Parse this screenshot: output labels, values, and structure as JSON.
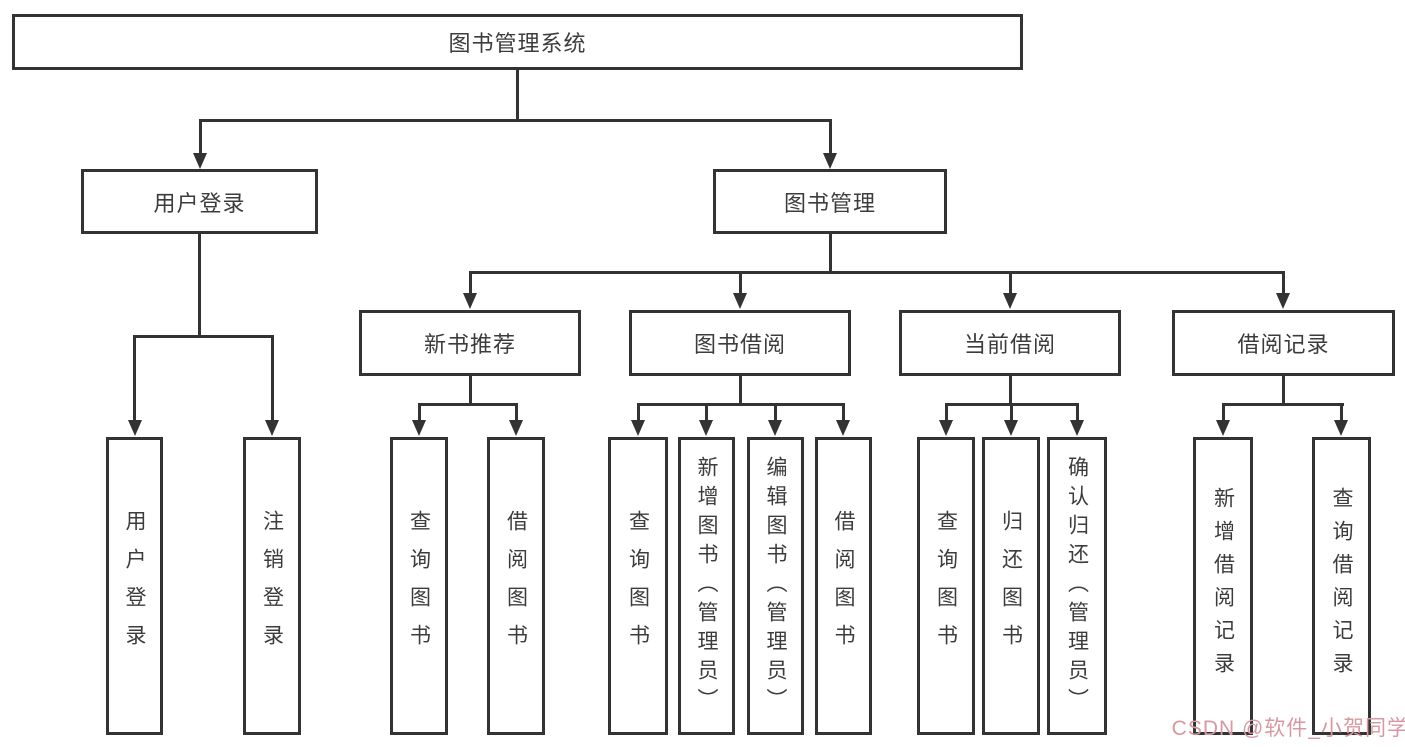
{
  "diagram": {
    "root": {
      "label": "图书管理系统"
    },
    "level2": [
      {
        "label": "用户登录"
      },
      {
        "label": "图书管理"
      }
    ],
    "level3": [
      {
        "label": "新书推荐"
      },
      {
        "label": "图书借阅"
      },
      {
        "label": "当前借阅"
      },
      {
        "label": "借阅记录"
      }
    ],
    "leaves": {
      "login": [
        "用户登录",
        "注销登录"
      ],
      "new_book": [
        "查询图书",
        "借阅图书"
      ],
      "book_borrow": [
        "查询图书",
        "新增图书（管理员）",
        "编辑图书（管理员）",
        "借阅图书"
      ],
      "current_borrow": [
        "查询图书",
        "归还图书",
        "确认归还（管理员）"
      ],
      "borrow_records": [
        "新增借阅记录",
        "查询借阅记录"
      ]
    }
  },
  "watermark": {
    "text": "CSDN @软件_小贺同学",
    "color": "#d898a1"
  },
  "colors": {
    "line": "#333333",
    "box_border": "#333333",
    "text": "#3c3c3c",
    "background": "#ffffff"
  }
}
